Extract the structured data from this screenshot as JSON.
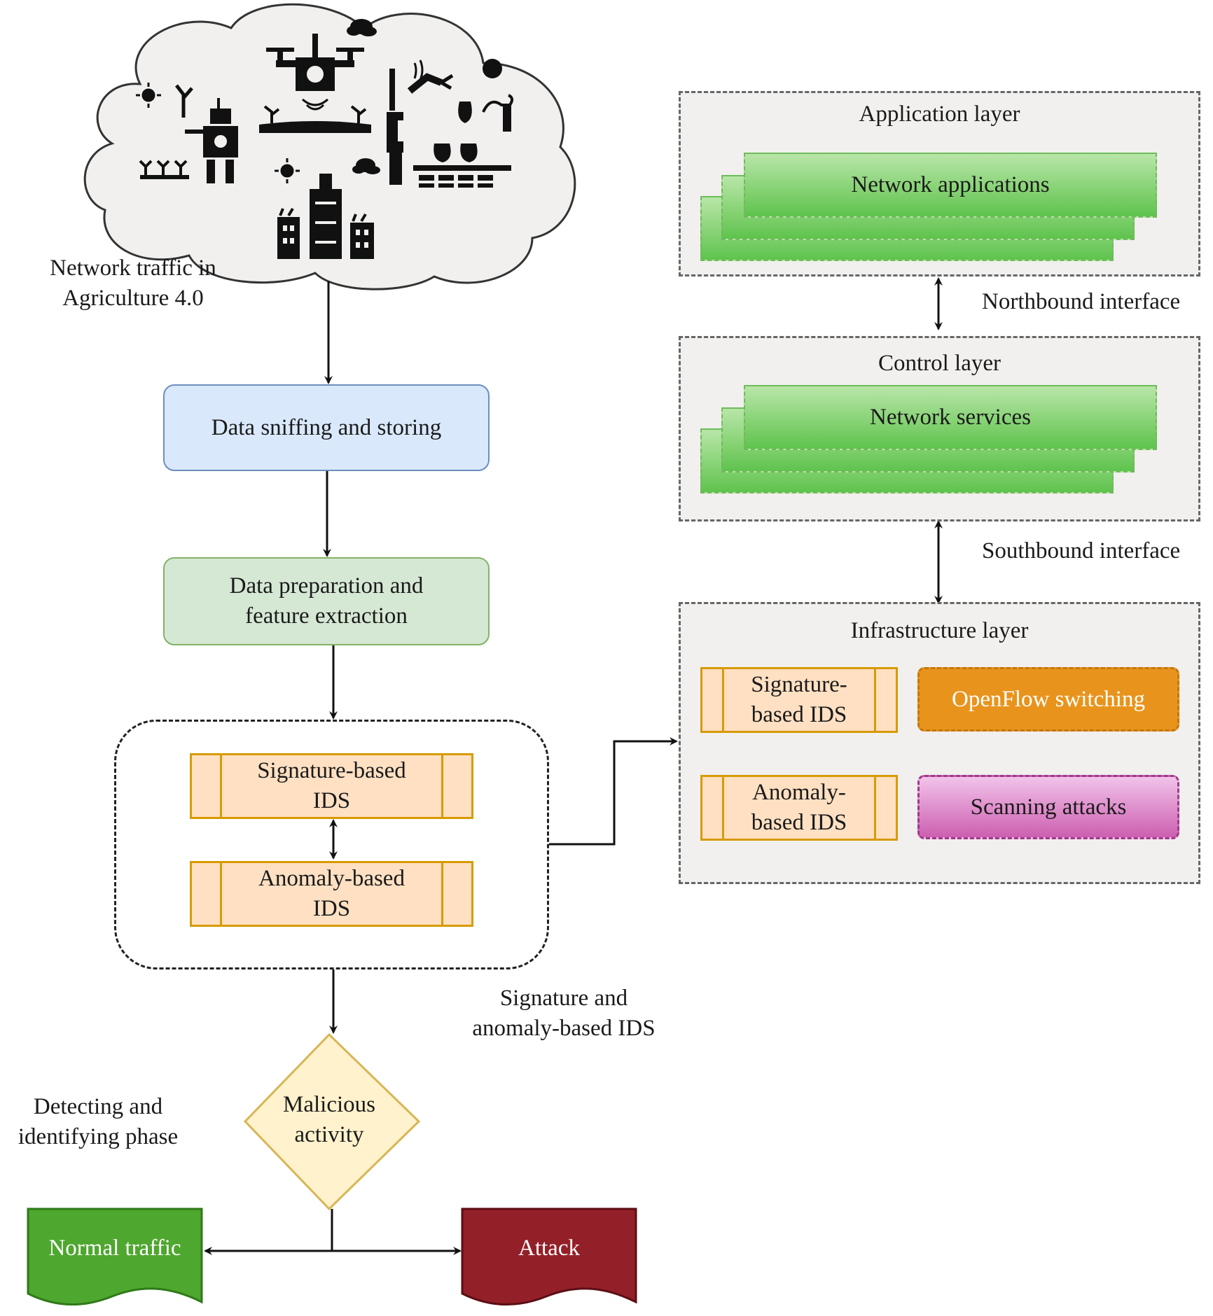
{
  "cloud": {
    "label_line1": "Network traffic in",
    "label_line2": "Agriculture 4.0",
    "icons": [
      "sun-icon",
      "plant-icon",
      "robot-icon",
      "drone-icon",
      "cloud-icon",
      "robot-arm-icon",
      "strawberry-icon",
      "vertical-farm-icon"
    ]
  },
  "flow": {
    "sniffing": "Data sniffing and storing",
    "prep_line1": "Data preparation and",
    "prep_line2": "feature extraction",
    "sig_line1": "Signature-based",
    "sig_line2": "IDS",
    "anom_line1": "Anomaly-based",
    "anom_line2": "IDS",
    "group_label_line1": "Signature and",
    "group_label_line2": "anomaly-based IDS",
    "decision_line1": "Malicious",
    "decision_line2": "activity",
    "phase_line1": "Detecting and",
    "phase_line2": "identifying phase",
    "normal": "Normal traffic",
    "attack": "Attack"
  },
  "sdn": {
    "app_layer": "Application layer",
    "network_applications": "Network applications",
    "northbound": "Northbound interface",
    "control_layer": "Control layer",
    "network_services": "Network services",
    "southbound": "Southbound interface",
    "infra_layer": "Infrastructure layer",
    "infra_sig_line1": "Signature-",
    "infra_sig_line2": "based IDS",
    "infra_anom_line1": "Anomaly-",
    "infra_anom_line2": "based IDS",
    "openflow": "OpenFlow switching",
    "scanning": "Scanning attacks"
  },
  "colors": {
    "blue_fill": "#dae8fc",
    "green_fill": "#d5e8d4",
    "ids_fill": "#ffe0c2",
    "decision_fill": "#fff2cc",
    "normal_fill": "#4ea72e",
    "attack_fill": "#932029",
    "openflow_fill": "#e8941c",
    "scanning_fill": "#d56fbe"
  }
}
